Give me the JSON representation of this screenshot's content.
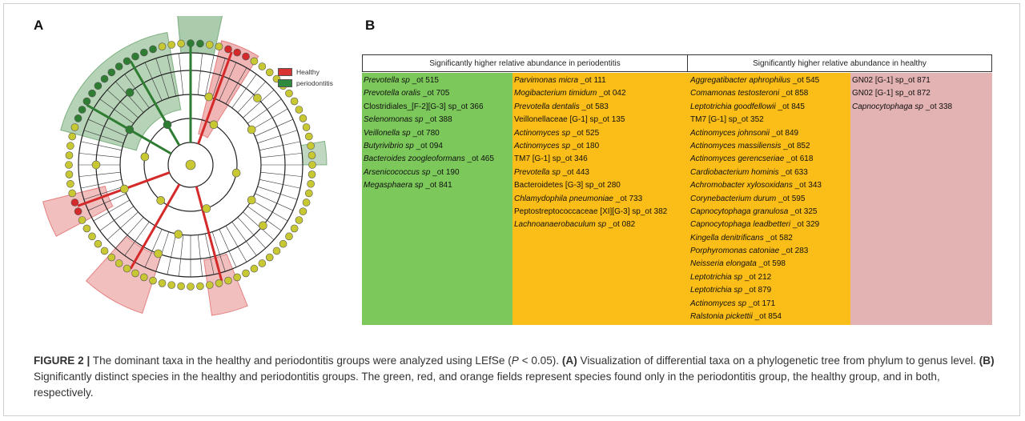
{
  "panel_labels": {
    "a": "A",
    "b": "B"
  },
  "legend": [
    {
      "label": "Healthy",
      "color": "#d93434"
    },
    {
      "label": "periodontitis",
      "color": "#2e8b3d"
    }
  ],
  "colors": {
    "periodontitis_only": "#7cc85a",
    "both": "#fbbd17",
    "healthy_only": "#e3b2b2",
    "node_default": "#c8c832",
    "node_healthy": "#d42a2a",
    "node_periodontitis": "#2e7d32"
  },
  "table": {
    "header_left": "Significantly higher relative abundance in periodentitis",
    "header_right": "Significantly higher relative abundance in healthy",
    "col1": [
      {
        "name": "Prevotella sp",
        "suffix": " _ot 515"
      },
      {
        "name": "Prevotella oralis",
        "suffix": " _ot 705"
      },
      {
        "name": "",
        "suffix": "Clostridiales_[F-2][G-3] sp_ot 366"
      },
      {
        "name": "Selenomonas sp",
        "suffix": " _ot 388"
      },
      {
        "name": "Veillonella sp",
        "suffix": " _ot 780"
      },
      {
        "name": "Butyrivibrio sp",
        "suffix": " _ot 094"
      },
      {
        "name": "Bacteroides zoogleoformans",
        "suffix": " _ot 465"
      },
      {
        "name": "Arsenicococcus sp",
        "suffix": " _ot 190"
      },
      {
        "name": "Megasphaera sp",
        "suffix": " _ot 841"
      }
    ],
    "col2": [
      {
        "name": "Parvimonas micra",
        "suffix": " _ot 111"
      },
      {
        "name": "Mogibacterium timidum",
        "suffix": " _ot 042"
      },
      {
        "name": "Prevotella dentalis",
        "suffix": " _ot 583"
      },
      {
        "name": "",
        "suffix": "Veillonellaceae [G-1] sp_ot 135"
      },
      {
        "name": "Actinomyces sp",
        "suffix": " _ot 525"
      },
      {
        "name": "Actinomyces sp",
        "suffix": " _ot 180"
      },
      {
        "name": "",
        "suffix": "TM7 [G-1] sp_ot 346"
      },
      {
        "name": "Prevotella sp",
        "suffix": " _ot 443"
      },
      {
        "name": "",
        "suffix": "Bacteroidetes [G-3] sp_ot 280"
      },
      {
        "name": "Chlamydophila pneumoniae",
        "suffix": " _ot 733"
      },
      {
        "name": "",
        "suffix": "Peptostreptococcaceae [XI][G-3] sp_ot 382"
      },
      {
        "name": "Lachnoanaerobaculum sp",
        "suffix": " _ot 082"
      }
    ],
    "col3": [
      {
        "name": "Aggregatibacter aphrophilus",
        "suffix": " _ot 545"
      },
      {
        "name": "Comamonas testosteroni",
        "suffix": " _ot 858"
      },
      {
        "name": "Leptotrichia goodfellowii",
        "suffix": " _ot 845"
      },
      {
        "name": "",
        "suffix": "TM7 [G-1] sp_ot 352"
      },
      {
        "name": "Actinomyces johnsonii",
        "suffix": " _ot 849"
      },
      {
        "name": "Actinomyces massiliensis",
        "suffix": " _ot 852"
      },
      {
        "name": "Actinomyces gerencseriae",
        "suffix": " _ot 618"
      },
      {
        "name": "Cardiobacterium hominis",
        "suffix": " _ot 633"
      },
      {
        "name": "Achromobacter xylosoxidans",
        "suffix": " _ot 343"
      },
      {
        "name": "Corynebacterium durum",
        "suffix": " _ot 595"
      },
      {
        "name": "Capnocytophaga granulosa",
        "suffix": " _ot 325"
      },
      {
        "name": "Capnocytophaga leadbetteri",
        "suffix": " _ot 329"
      },
      {
        "name": "Kingella denitrificans",
        "suffix": " _ot 582"
      },
      {
        "name": "Porphyromonas catoniae",
        "suffix": " _ot 283"
      },
      {
        "name": "Neisseria elongata",
        "suffix": " _ot 598"
      },
      {
        "name": "Leptotrichia sp",
        "suffix": " _ot 212"
      },
      {
        "name": "Leptotrichia sp",
        "suffix": " _ot 879"
      },
      {
        "name": "Actinomyces sp",
        "suffix": " _ot 171"
      },
      {
        "name": "Ralstonia pickettii",
        "suffix": " _ot 854"
      }
    ],
    "col4": [
      {
        "name": "",
        "suffix": "GN02 [G-1] sp_ot 871"
      },
      {
        "name": "",
        "suffix": "GN02 [G-1] sp_ot 872"
      },
      {
        "name": "Capnocytophaga sp",
        "suffix": " _ot 338"
      }
    ]
  },
  "caption": {
    "label": "FIGURE 2 |",
    "t1": " The dominant taxa in the healthy and periodontitis groups were analyzed using LEfSe (",
    "p": "P",
    "t2": " < 0.05). ",
    "a": "(A)",
    "t3": " Visualization of differential taxa on a phylogenetic tree from phylum to genus level. ",
    "b": "(B)",
    "t4": " Significantly distinct species in the healthy and periodontitis groups. The green, red, and orange fields represent species found only in the periodontitis group, the healthy group, and in both, respectively."
  }
}
